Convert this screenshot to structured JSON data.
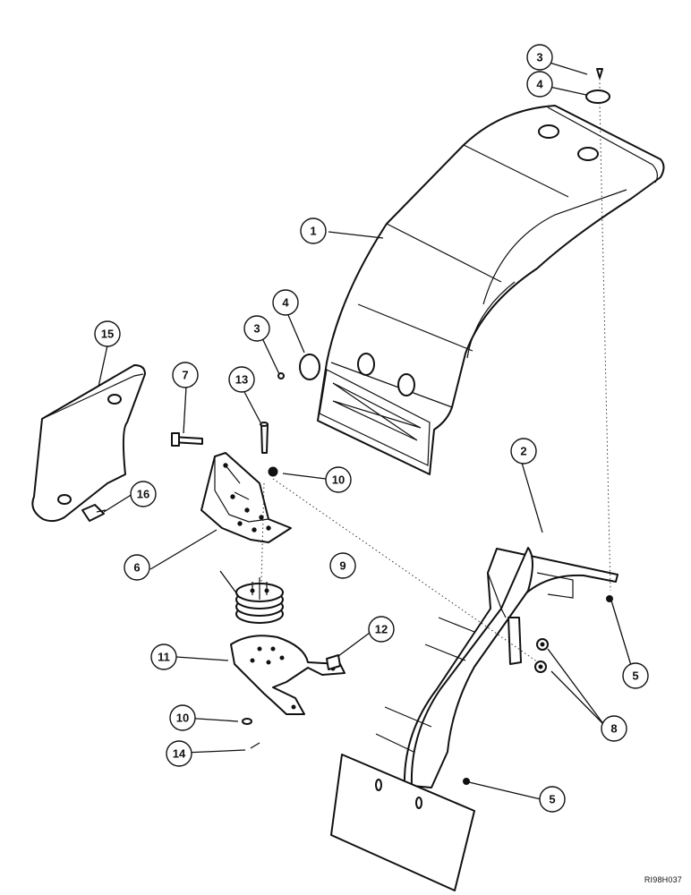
{
  "callouts": {
    "c1": "1",
    "c2": "2",
    "c3a": "3",
    "c3b": "3",
    "c4a": "4",
    "c4b": "4",
    "c5a": "5",
    "c5b": "5",
    "c6": "6",
    "c7": "7",
    "c8": "8",
    "c9": "9",
    "c10a": "10",
    "c10b": "10",
    "c11": "11",
    "c12": "12",
    "c13": "13",
    "c14": "14",
    "c15": "15",
    "c16": "16"
  },
  "reference_code": "RI98H037"
}
